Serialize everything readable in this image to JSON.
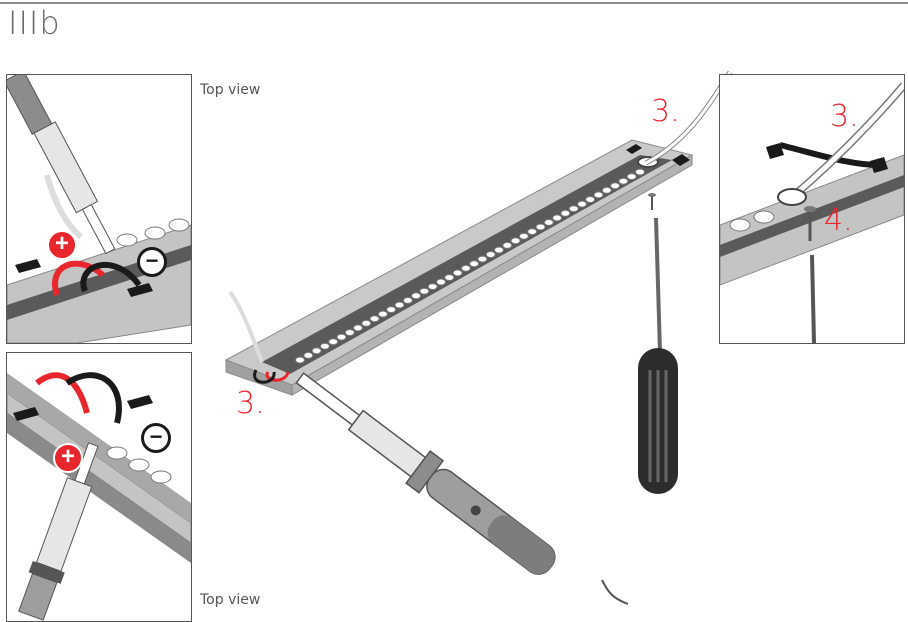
{
  "page": {
    "title": "IIIb"
  },
  "labels": {
    "top_view_upper": "Top view",
    "top_view_lower": "Top view"
  },
  "steps": {
    "main_right": "3.",
    "main_left": "3.",
    "inset_right_3": "3.",
    "inset_right_4": "4."
  },
  "symbols": {
    "plus": "+",
    "minus": "−"
  },
  "colors": {
    "accent_red": "#e8262d",
    "profile_grey": "#b5b5b5",
    "strip_dark": "#4a4a4a",
    "cable_black": "#1a1a1a",
    "iron_grey": "#8c8c8c"
  }
}
